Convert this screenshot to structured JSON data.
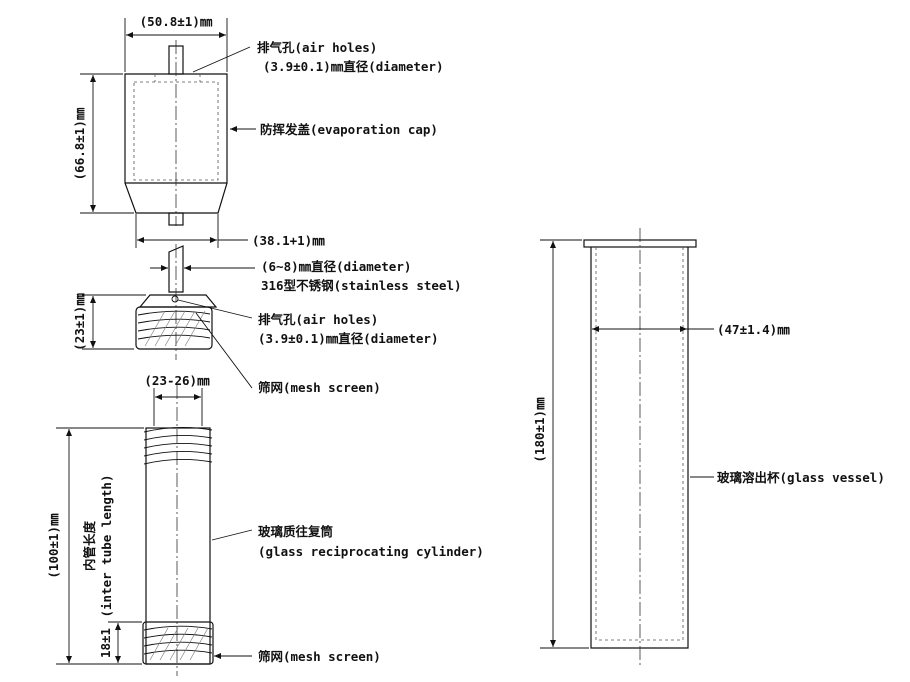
{
  "cap": {
    "width_dim": "(50.8±1)㎜",
    "air_holes_1": "排气孔(air holes)",
    "air_holes_diam_1": "(3.9±0.1)㎜直径(diameter)",
    "evap_cap": "防挥发盖(evaporation cap)",
    "height_dim": "(66.8±1)㎜",
    "bottom_dim": "(38.1+1)㎜"
  },
  "rod": {
    "diam": "(6~8)㎜直径(diameter)",
    "material": "316型不锈钢(stainless steel)"
  },
  "top_screen": {
    "height_dim": "(23±1)㎜",
    "air_holes_2": "排气孔(air holes)",
    "air_holes_diam_2": "(3.9±0.1)㎜直径(diameter)",
    "mesh_1": "筛网(mesh screen)"
  },
  "cylinder": {
    "width_dim": "(23-26)㎜",
    "length_dim": "(100±1)㎜",
    "inner_cn": "内管长度",
    "inner_en": "(inter tube length)",
    "name_cn": "玻璃质往复筒",
    "name_en": "(glass reciprocating cylinder)",
    "bottom_dim": "18±1",
    "mesh_2": "筛网(mesh screen)"
  },
  "vessel": {
    "width_dim": "(47±1.4)㎜",
    "height_dim": "(180±1)㎜",
    "name": "玻璃溶出杯(glass vessel)"
  },
  "colors": {
    "ink": "#111111",
    "hatch": "#666666",
    "background": "#ffffff"
  }
}
